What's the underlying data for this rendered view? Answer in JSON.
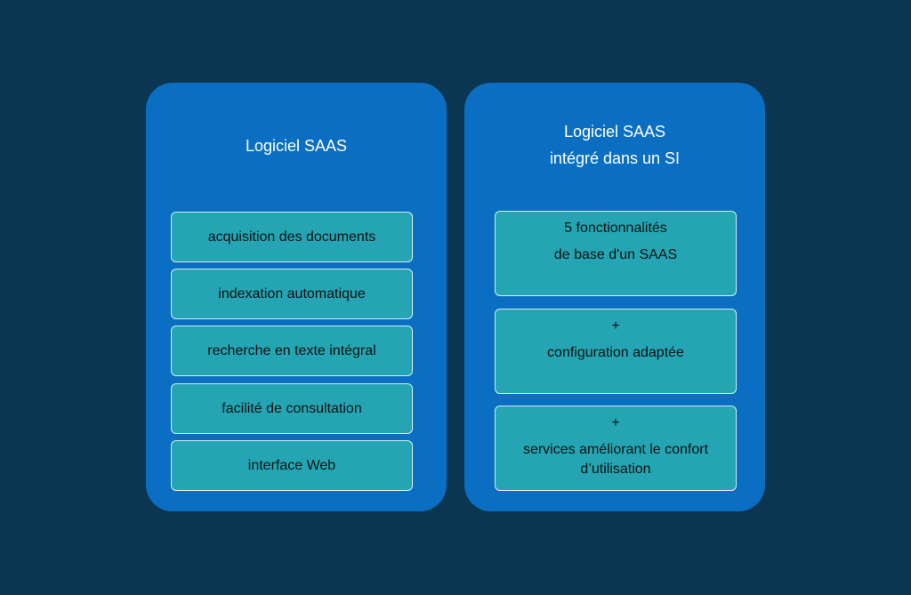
{
  "colors": {
    "background": "#0a3652",
    "panel": "#0a6fc3",
    "box": "#25a5b3",
    "box_border": "#d6eef1",
    "title_text": "#ffffff",
    "box_text": "#111111"
  },
  "left_panel": {
    "title": "Logiciel SAAS",
    "items": [
      "acquisition des documents",
      "indexation automatique",
      "recherche en texte intégral",
      "facilité de consultation",
      "interface Web"
    ]
  },
  "right_panel": {
    "title_line1": "Logiciel SAAS",
    "title_line2": "intégré dans un SI",
    "blocks": [
      {
        "line1": "5 fonctionnalités",
        "line2": "de base d'un SAAS"
      },
      {
        "line1": "+",
        "line2": "configuration adaptée"
      },
      {
        "line1": "+",
        "line2": "services améliorant le confort",
        "line3": "d’utilisation"
      }
    ]
  }
}
